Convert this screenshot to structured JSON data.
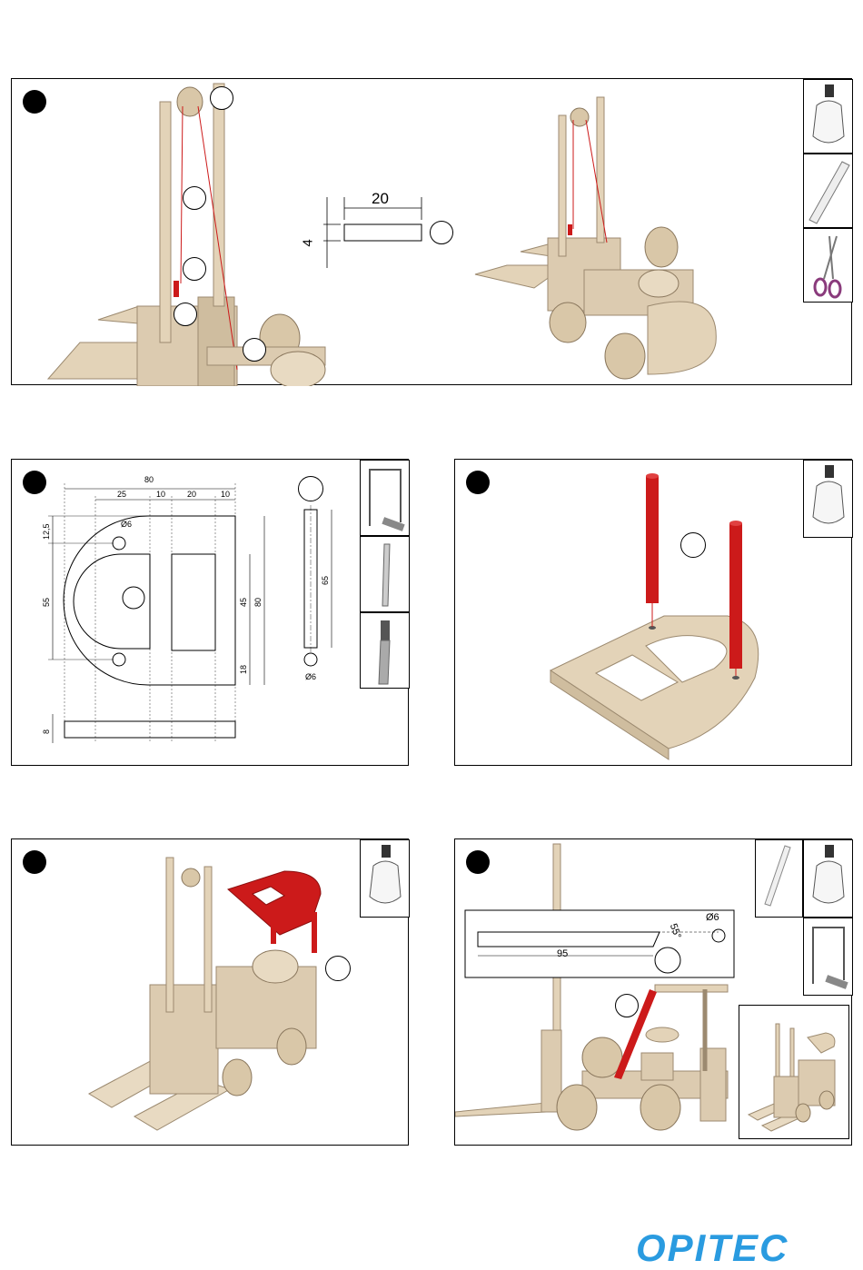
{
  "brand": {
    "logo": "OPITEC",
    "color": "#2a9be0"
  },
  "panel1": {
    "dimension_width": "20",
    "dimension_height": "4"
  },
  "panel2": {
    "dim_total": "80",
    "dim_25": "25",
    "dim_10a": "10",
    "dim_20": "20",
    "dim_10b": "10",
    "dim_12_5": "12,5",
    "dim_55": "55",
    "dim_45": "45",
    "dim_80v": "80",
    "dim_18": "18",
    "dim_8": "8",
    "hole_dia": "Ø6",
    "rod_length": "65",
    "rod_dia": "Ø6"
  },
  "panel5": {
    "length": "95",
    "angle": "55°",
    "dia": "Ø6"
  },
  "icons": [
    "glue-bottle-icon",
    "ruler-icon",
    "scissors-icon",
    "fretsaw-icon",
    "drill-bit-icon",
    "file-icon",
    "dowel-icon"
  ],
  "colors": {
    "wood": "#e3d3b8",
    "wood_dark": "#c9b597",
    "highlight": "#cc1a1a"
  }
}
